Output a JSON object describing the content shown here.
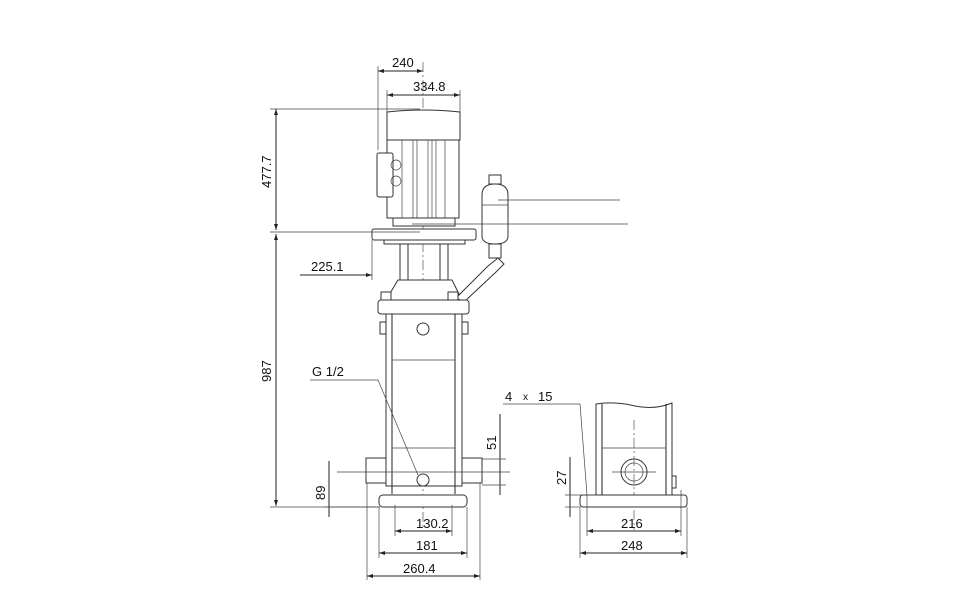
{
  "drawing": {
    "dimensions": {
      "motor_offset_width": "240",
      "motor_width": "334.8",
      "motor_height": "477.7",
      "total_height": "987",
      "head_offset": "225.1",
      "drain_plug": "G 1/2",
      "port_height": "51",
      "port_base_height": "89",
      "base_inner": "130.2",
      "base_width": "181",
      "port_to_port": "260.4",
      "holes": "4",
      "holes_x": "x",
      "hole_diameter": "15",
      "side_base_height": "27",
      "side_inner": "216",
      "side_width": "248"
    }
  }
}
